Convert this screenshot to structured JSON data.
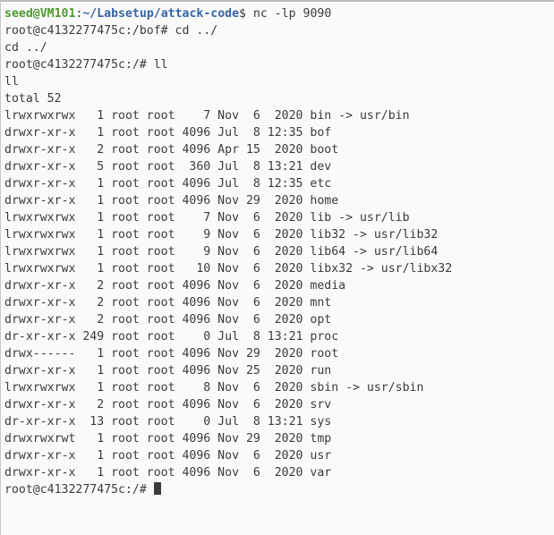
{
  "terminal": {
    "window_name": "terminal-window",
    "colors": {
      "background": "#fbfafa",
      "foreground": "#3b3b3b",
      "prompt_user": "#4e9a2f",
      "prompt_path": "#3465a4",
      "cursor": "#3b3b3b",
      "border": "#bdbdbd"
    },
    "prompt_host_local": {
      "user_host": "seed@VM101",
      "separator": ":",
      "path": "~/Labsetup/attack-code",
      "symbol": "$"
    },
    "prompt_remote": {
      "user_host_bof": "root@c4132277475c:/bof#",
      "user_host_root": "root@c4132277475c:/#"
    },
    "lines": [
      {
        "id": "line-1-nc-command",
        "type": "prompt-local",
        "user_host": "seed@VM101",
        "colon": ":",
        "path": "~/Labsetup/attack-code",
        "dollar": "$",
        "command": " nc -lp 9090"
      },
      {
        "id": "line-2-cd-command",
        "type": "prompt-remote",
        "text": "root@c4132277475c:/bof# cd ../"
      },
      {
        "id": "line-3-cd-echo",
        "type": "output",
        "text": "cd ../"
      },
      {
        "id": "line-4-ll-command",
        "type": "prompt-remote",
        "text": "root@c4132277475c:/# ll"
      },
      {
        "id": "line-5-ll-echo",
        "type": "output",
        "text": "ll"
      },
      {
        "id": "line-6-total",
        "type": "output",
        "text": "total 52"
      },
      {
        "id": "line-7-bin",
        "type": "output",
        "text": "lrwxrwxrwx   1 root root    7 Nov  6  2020 bin -> usr/bin"
      },
      {
        "id": "line-8-bof",
        "type": "output",
        "text": "drwxr-xr-x   1 root root 4096 Jul  8 12:35 bof"
      },
      {
        "id": "line-9-boot",
        "type": "output",
        "text": "drwxr-xr-x   2 root root 4096 Apr 15  2020 boot"
      },
      {
        "id": "line-10-dev",
        "type": "output",
        "text": "drwxr-xr-x   5 root root  360 Jul  8 13:21 dev"
      },
      {
        "id": "line-11-etc",
        "type": "output",
        "text": "drwxr-xr-x   1 root root 4096 Jul  8 12:35 etc"
      },
      {
        "id": "line-12-home",
        "type": "output",
        "text": "drwxr-xr-x   1 root root 4096 Nov 29  2020 home"
      },
      {
        "id": "line-13-lib",
        "type": "output",
        "text": "lrwxrwxrwx   1 root root    7 Nov  6  2020 lib -> usr/lib"
      },
      {
        "id": "line-14-lib32",
        "type": "output",
        "text": "lrwxrwxrwx   1 root root    9 Nov  6  2020 lib32 -> usr/lib32"
      },
      {
        "id": "line-15-lib64",
        "type": "output",
        "text": "lrwxrwxrwx   1 root root    9 Nov  6  2020 lib64 -> usr/lib64"
      },
      {
        "id": "line-16-libx32",
        "type": "output",
        "text": "lrwxrwxrwx   1 root root   10 Nov  6  2020 libx32 -> usr/libx32"
      },
      {
        "id": "line-17-media",
        "type": "output",
        "text": "drwxr-xr-x   2 root root 4096 Nov  6  2020 media"
      },
      {
        "id": "line-18-mnt",
        "type": "output",
        "text": "drwxr-xr-x   2 root root 4096 Nov  6  2020 mnt"
      },
      {
        "id": "line-19-opt",
        "type": "output",
        "text": "drwxr-xr-x   2 root root 4096 Nov  6  2020 opt"
      },
      {
        "id": "line-20-proc",
        "type": "output",
        "text": "dr-xr-xr-x 249 root root    0 Jul  8 13:21 proc"
      },
      {
        "id": "line-21-root",
        "type": "output",
        "text": "drwx------   1 root root 4096 Nov 29  2020 root"
      },
      {
        "id": "line-22-run",
        "type": "output",
        "text": "drwxr-xr-x   1 root root 4096 Nov 25  2020 run"
      },
      {
        "id": "line-23-sbin",
        "type": "output",
        "text": "lrwxrwxrwx   1 root root    8 Nov  6  2020 sbin -> usr/sbin"
      },
      {
        "id": "line-24-srv",
        "type": "output",
        "text": "drwxr-xr-x   2 root root 4096 Nov  6  2020 srv"
      },
      {
        "id": "line-25-sys",
        "type": "output",
        "text": "dr-xr-xr-x  13 root root    0 Jul  8 13:21 sys"
      },
      {
        "id": "line-26-tmp",
        "type": "output",
        "text": "drwxrwxrwt   1 root root 4096 Nov 29  2020 tmp"
      },
      {
        "id": "line-27-usr",
        "type": "output",
        "text": "drwxr-xr-x   1 root root 4096 Nov  6  2020 usr"
      },
      {
        "id": "line-28-var",
        "type": "output",
        "text": "drwxr-xr-x   1 root root 4096 Nov  6  2020 var"
      },
      {
        "id": "line-29-final-prompt",
        "type": "prompt-remote-cursor",
        "text": "root@c4132277475c:/# "
      }
    ],
    "listing": {
      "total_label": "total 52",
      "columns": [
        "permissions",
        "links",
        "owner",
        "group",
        "size",
        "month",
        "day",
        "time_or_year",
        "name"
      ],
      "rows": [
        {
          "permissions": "lrwxrwxrwx",
          "links": "1",
          "owner": "root",
          "group": "root",
          "size": "7",
          "month": "Nov",
          "day": "6",
          "time_or_year": "2020",
          "name": "bin",
          "link_target": "usr/bin"
        },
        {
          "permissions": "drwxr-xr-x",
          "links": "1",
          "owner": "root",
          "group": "root",
          "size": "4096",
          "month": "Jul",
          "day": "8",
          "time_or_year": "12:35",
          "name": "bof",
          "link_target": ""
        },
        {
          "permissions": "drwxr-xr-x",
          "links": "2",
          "owner": "root",
          "group": "root",
          "size": "4096",
          "month": "Apr",
          "day": "15",
          "time_or_year": "2020",
          "name": "boot",
          "link_target": ""
        },
        {
          "permissions": "drwxr-xr-x",
          "links": "5",
          "owner": "root",
          "group": "root",
          "size": "360",
          "month": "Jul",
          "day": "8",
          "time_or_year": "13:21",
          "name": "dev",
          "link_target": ""
        },
        {
          "permissions": "drwxr-xr-x",
          "links": "1",
          "owner": "root",
          "group": "root",
          "size": "4096",
          "month": "Jul",
          "day": "8",
          "time_or_year": "12:35",
          "name": "etc",
          "link_target": ""
        },
        {
          "permissions": "drwxr-xr-x",
          "links": "1",
          "owner": "root",
          "group": "root",
          "size": "4096",
          "month": "Nov",
          "day": "29",
          "time_or_year": "2020",
          "name": "home",
          "link_target": ""
        },
        {
          "permissions": "lrwxrwxrwx",
          "links": "1",
          "owner": "root",
          "group": "root",
          "size": "7",
          "month": "Nov",
          "day": "6",
          "time_or_year": "2020",
          "name": "lib",
          "link_target": "usr/lib"
        },
        {
          "permissions": "lrwxrwxrwx",
          "links": "1",
          "owner": "root",
          "group": "root",
          "size": "9",
          "month": "Nov",
          "day": "6",
          "time_or_year": "2020",
          "name": "lib32",
          "link_target": "usr/lib32"
        },
        {
          "permissions": "lrwxrwxrwx",
          "links": "1",
          "owner": "root",
          "group": "root",
          "size": "9",
          "month": "Nov",
          "day": "6",
          "time_or_year": "2020",
          "name": "lib64",
          "link_target": "usr/lib64"
        },
        {
          "permissions": "lrwxrwxrwx",
          "links": "1",
          "owner": "root",
          "group": "root",
          "size": "10",
          "month": "Nov",
          "day": "6",
          "time_or_year": "2020",
          "name": "libx32",
          "link_target": "usr/libx32"
        },
        {
          "permissions": "drwxr-xr-x",
          "links": "2",
          "owner": "root",
          "group": "root",
          "size": "4096",
          "month": "Nov",
          "day": "6",
          "time_or_year": "2020",
          "name": "media",
          "link_target": ""
        },
        {
          "permissions": "drwxr-xr-x",
          "links": "2",
          "owner": "root",
          "group": "root",
          "size": "4096",
          "month": "Nov",
          "day": "6",
          "time_or_year": "2020",
          "name": "mnt",
          "link_target": ""
        },
        {
          "permissions": "drwxr-xr-x",
          "links": "2",
          "owner": "root",
          "group": "root",
          "size": "4096",
          "month": "Nov",
          "day": "6",
          "time_or_year": "2020",
          "name": "opt",
          "link_target": ""
        },
        {
          "permissions": "dr-xr-xr-x",
          "links": "249",
          "owner": "root",
          "group": "root",
          "size": "0",
          "month": "Jul",
          "day": "8",
          "time_or_year": "13:21",
          "name": "proc",
          "link_target": ""
        },
        {
          "permissions": "drwx------",
          "links": "1",
          "owner": "root",
          "group": "root",
          "size": "4096",
          "month": "Nov",
          "day": "29",
          "time_or_year": "2020",
          "name": "root",
          "link_target": ""
        },
        {
          "permissions": "drwxr-xr-x",
          "links": "1",
          "owner": "root",
          "group": "root",
          "size": "4096",
          "month": "Nov",
          "day": "25",
          "time_or_year": "2020",
          "name": "run",
          "link_target": ""
        },
        {
          "permissions": "lrwxrwxrwx",
          "links": "1",
          "owner": "root",
          "group": "root",
          "size": "8",
          "month": "Nov",
          "day": "6",
          "time_or_year": "2020",
          "name": "sbin",
          "link_target": "usr/sbin"
        },
        {
          "permissions": "drwxr-xr-x",
          "links": "2",
          "owner": "root",
          "group": "root",
          "size": "4096",
          "month": "Nov",
          "day": "6",
          "time_or_year": "2020",
          "name": "srv",
          "link_target": ""
        },
        {
          "permissions": "dr-xr-xr-x",
          "links": "13",
          "owner": "root",
          "group": "root",
          "size": "0",
          "month": "Jul",
          "day": "8",
          "time_or_year": "13:21",
          "name": "sys",
          "link_target": ""
        },
        {
          "permissions": "drwxrwxrwt",
          "links": "1",
          "owner": "root",
          "group": "root",
          "size": "4096",
          "month": "Nov",
          "day": "29",
          "time_or_year": "2020",
          "name": "tmp",
          "link_target": ""
        },
        {
          "permissions": "drwxr-xr-x",
          "links": "1",
          "owner": "root",
          "group": "root",
          "size": "4096",
          "month": "Nov",
          "day": "6",
          "time_or_year": "2020",
          "name": "usr",
          "link_target": ""
        },
        {
          "permissions": "drwxr-xr-x",
          "links": "1",
          "owner": "root",
          "group": "root",
          "size": "4096",
          "month": "Nov",
          "day": "6",
          "time_or_year": "2020",
          "name": "var",
          "link_target": ""
        }
      ]
    },
    "commands_entered": [
      "nc -lp 9090",
      "cd ../",
      "ll"
    ]
  }
}
